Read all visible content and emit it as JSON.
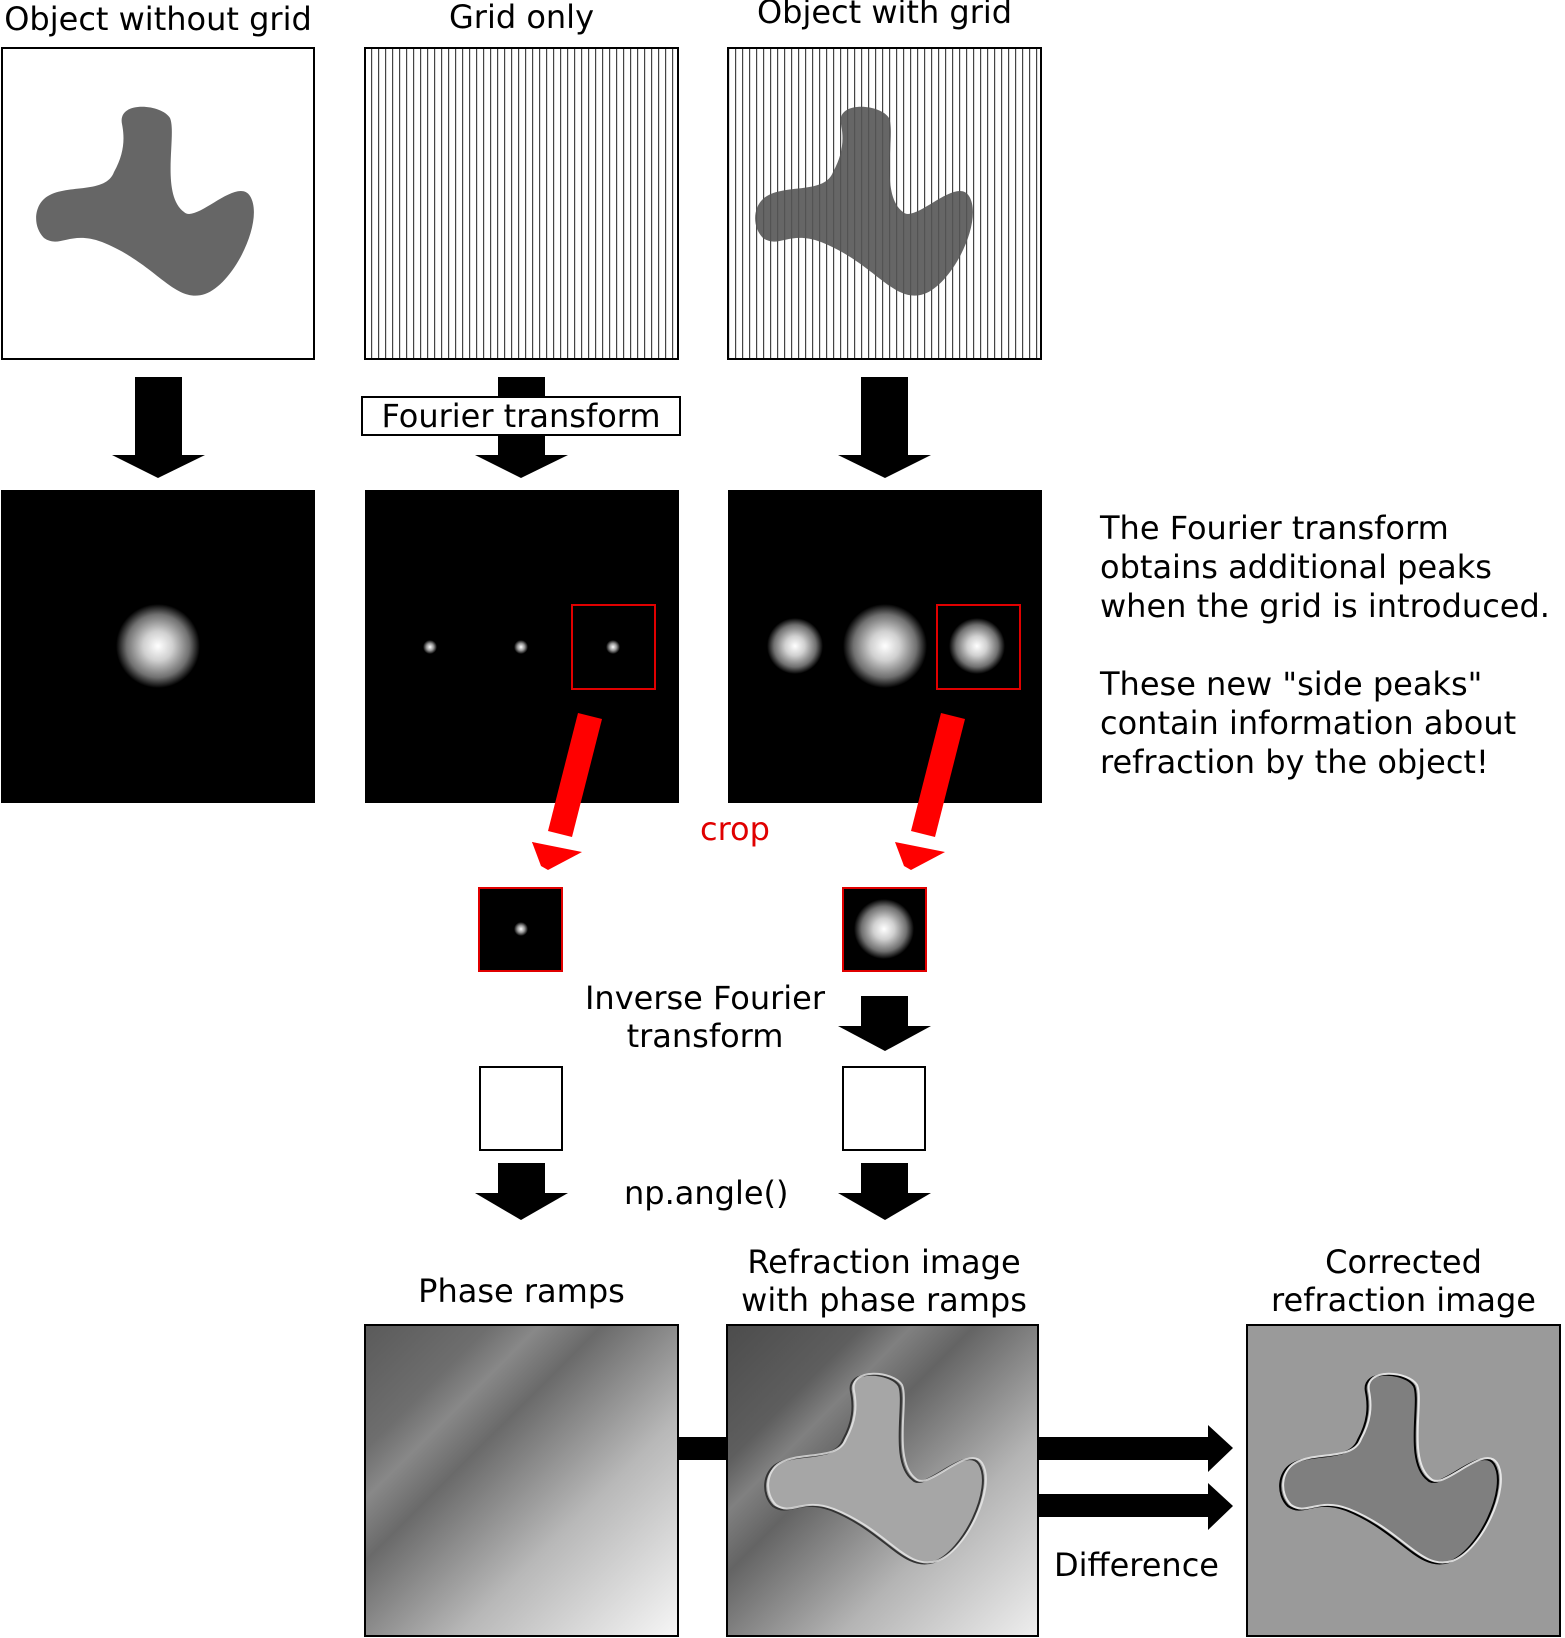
{
  "labels": {
    "object_without_grid": "Object without grid",
    "grid_only": "Grid only",
    "object_with_grid": "Object with grid",
    "fourier_transform": "Fourier transform",
    "crop": "crop",
    "inverse_fourier_line1": "Inverse Fourier",
    "inverse_fourier_line2": "transform",
    "np_angle": "np.angle()",
    "phase_ramps": "Phase ramps",
    "refraction_line1": "Refraction image",
    "refraction_line2": "with phase ramps",
    "corrected_line1": "Corrected",
    "corrected_line2": "refraction image",
    "difference": "Difference"
  },
  "description": {
    "paragraph1": [
      "The Fourier transform",
      "obtains additional peaks",
      "when the grid is introduced."
    ],
    "paragraph2": [
      "These new \"side peaks\"",
      "contain information about",
      "refraction by the object!"
    ]
  },
  "colors": {
    "crop_highlight": "#e00000",
    "blob": "#666666",
    "arrow": "#000000"
  }
}
